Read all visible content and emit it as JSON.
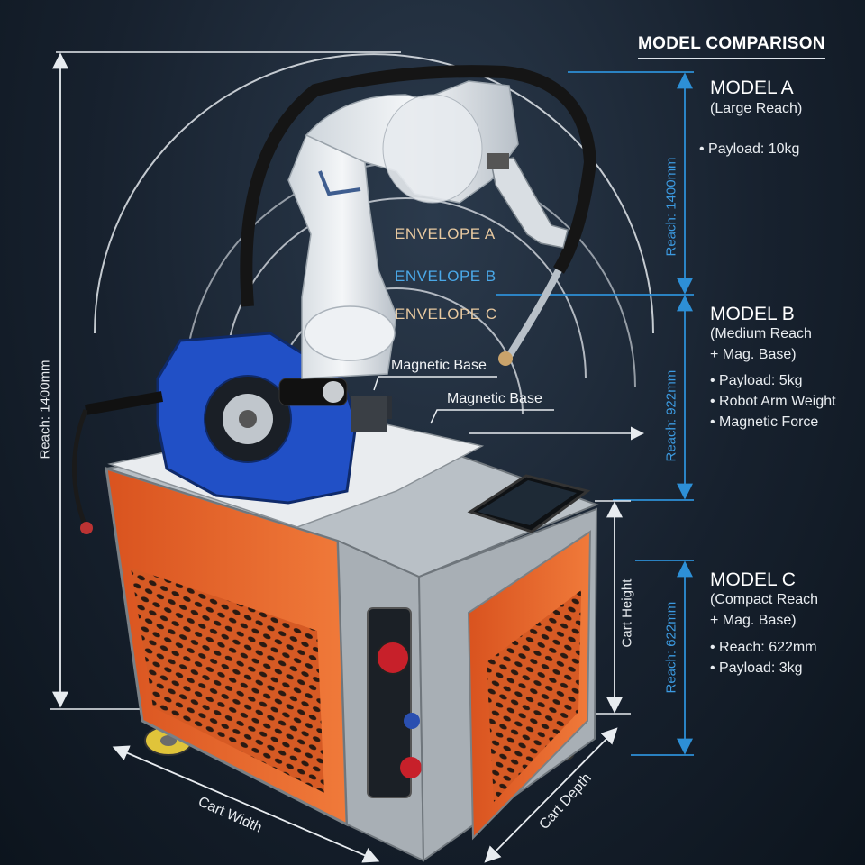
{
  "header": {
    "title": "MODEL COMPARISON"
  },
  "colors": {
    "accent_blue": "#2d8fd6",
    "envelope_a": "#e8c9a0",
    "envelope_b": "#4aa8e8",
    "envelope_c": "#e8c9a0",
    "cart_orange": "#e8642c",
    "cart_gray": "#a9b0b6"
  },
  "envelopes": {
    "a": "ENVELOPE A",
    "b": "ENVELOPE B",
    "c": "ENVELOPE C"
  },
  "callouts": {
    "magnetic_base_1": "Magnetic Base",
    "magnetic_base_2": "Magnetic Base"
  },
  "dimensions": {
    "overall_reach": "Reach: 1400mm",
    "cart_height": "Cart Height",
    "cart_width": "Cart Width",
    "cart_depth": "Cart Depth",
    "reach_a": "Reach: 1400mm",
    "reach_b": "Reach: 922mm",
    "reach_c": "Reach: 622mm"
  },
  "models": {
    "a": {
      "title": "MODEL A",
      "subtitle_1": "(Large Reach)",
      "bullets": [
        "Payload: 10kg"
      ]
    },
    "b": {
      "title": "MODEL B",
      "subtitle_1": "(Medium Reach",
      "subtitle_2": "+ Mag. Base)",
      "bullets": [
        "Payload: 5kg",
        "Robot Arm Weight",
        "Magnetic Force"
      ]
    },
    "c": {
      "title": "MODEL C",
      "subtitle_1": "(Compact Reach",
      "subtitle_2": "+ Mag. Base)",
      "bullets": [
        "Reach: 622mm",
        "Payload: 3kg"
      ]
    }
  }
}
